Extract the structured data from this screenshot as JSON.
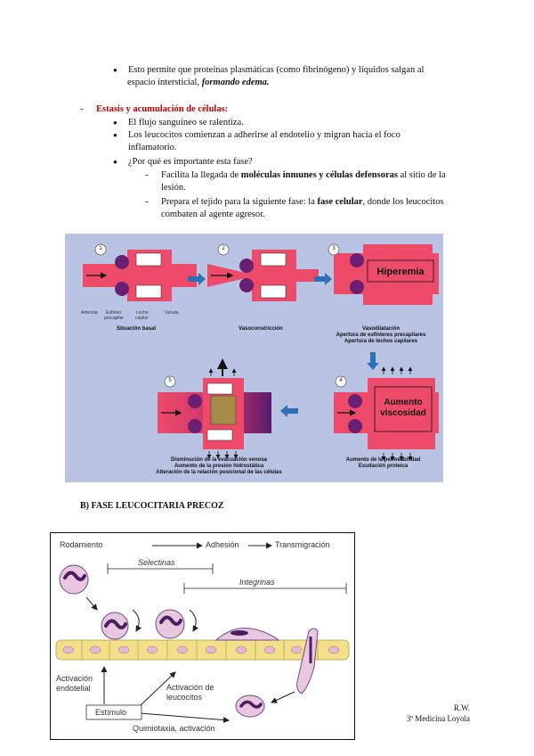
{
  "intro_bullet": {
    "line1": "Esto permite que proteínas plasmáticas (como fibrinógeno) y líquidos salgan al",
    "line2_plain": "espacio intersticial, ",
    "line2_emph": "formando edema."
  },
  "section": {
    "title": "Estasis y acumulación de células:",
    "bullets": [
      "El flujo sanguíneo se ralentiza.",
      "Los leucocitos comienzan a adherirse al endotelio y migran hacia el foco",
      "inflamatorio.",
      "¿Por qué es importante esta fase?"
    ],
    "sub1_plain": "Facilita la llegada de ",
    "sub1_emph": "moléculas inmunes y células defensoras",
    "sub1_tail": " al sitio de la",
    "sub1_line2": "lesión.",
    "sub2_plain": "Prepara el tejido para la siguiente fase: la ",
    "sub2_emph": "fase celular",
    "sub2_tail": ", donde los leucocitos",
    "sub2_line2": "combaten al agente agresor."
  },
  "figure1": {
    "step_numbers": [
      "1",
      "2",
      "3",
      "4",
      "5"
    ],
    "vessel_labels": [
      "Arteriola",
      "Esfínter",
      "precapilar",
      "Lecho",
      "capilar",
      "Vénula"
    ],
    "captions": {
      "s1": "Situación basal",
      "s2": "Vasoconstricción",
      "s3_l1": "Vasodilatación",
      "s3_l2": "Apertura de esfínteres precapilares",
      "s3_l3": "Apertura de lechos capilares",
      "s4_l1": "Aumento de la permeabilidad",
      "s4_l2": "Exudación proteica",
      "s5_l1": "Disminución de la evacuación venosa",
      "s5_l2": "Aumento de la presión hidrostática",
      "s5_l3": "Alteración de la relación posicional de las células"
    },
    "box_hiperemia": "Hiperemia",
    "box_viscosidad_l1": "Aumento",
    "box_viscosidad_l2": "viscosidad",
    "colors": {
      "background": "#b9c3e4",
      "vessel": "#ee4b6a",
      "cell": "#6b1f73",
      "arrow": "#2f6fb5"
    }
  },
  "heading_b": "B)  FASE LEUCOCITARIA PRECOZ",
  "figure2": {
    "top_flow": {
      "a": "Rodamiento",
      "b": "Adhesión",
      "c": "Transmigración"
    },
    "selectinas": "Selectinas",
    "integrinas": "Integrinas",
    "activacion_endotelial_l1": "Activación",
    "activacion_endotelial_l2": "endotelial",
    "activacion_leucocitos_l1": "Activación de",
    "activacion_leucocitos_l2": "leucocitos",
    "estimulo": "Estímulo",
    "quimiotaxia": "Quimiotaxia, activación"
  },
  "signature": {
    "initials": "R.W.",
    "course": "3º Medicina Loyola"
  }
}
